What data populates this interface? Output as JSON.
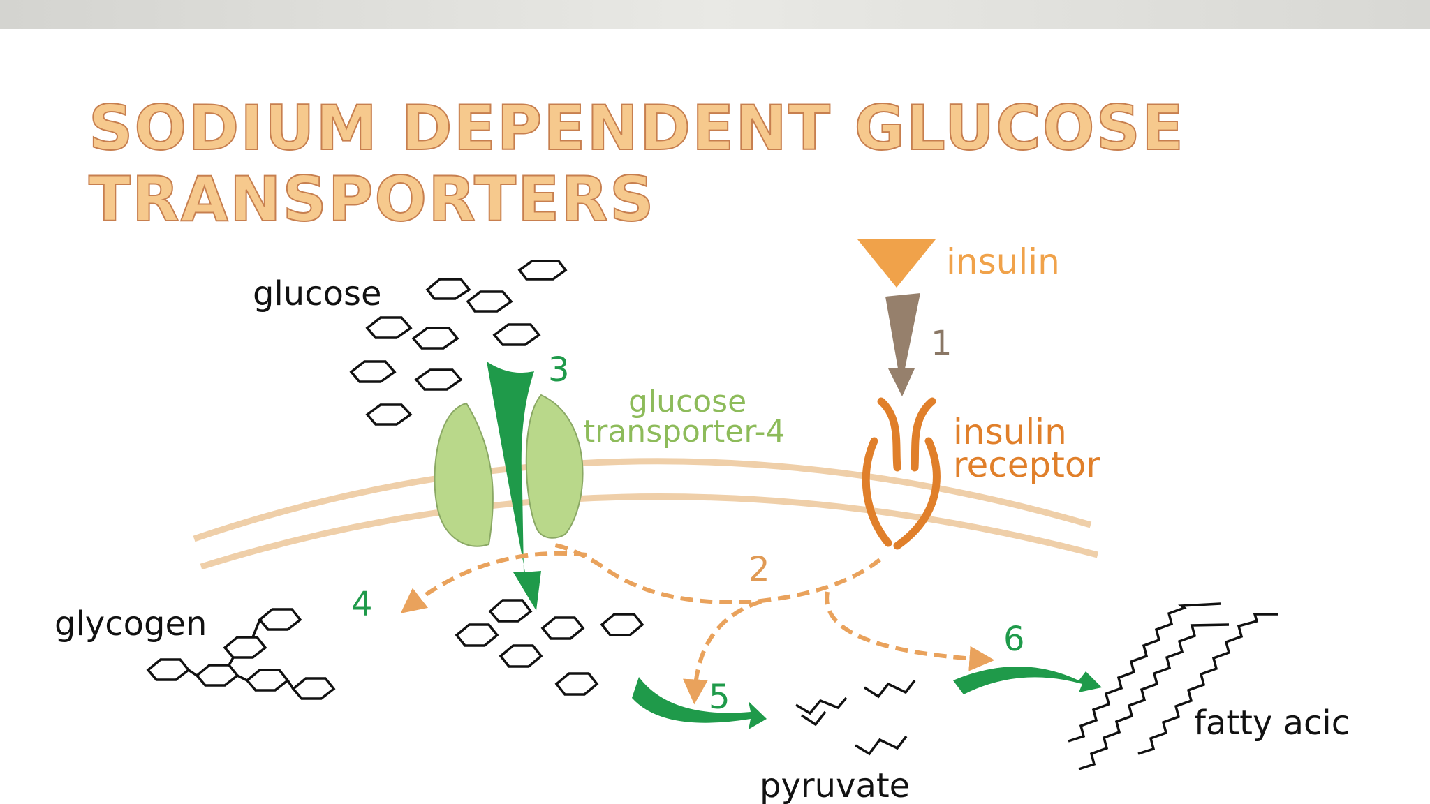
{
  "slide": {
    "title_line1": "SODIUM DEPENDENT GLUCOSE",
    "title_line2": "TRANSPORTERS"
  },
  "diagram": {
    "labels": {
      "glucose": "glucose",
      "insulin": "insulin",
      "glut4_line1": "glucose",
      "glut4_line2": "transporter-4",
      "receptor_line1": "insulin",
      "receptor_line2": "receptor",
      "glycogen": "glycogen",
      "pyruvate": "pyruvate",
      "fatty_acid": "fatty acic"
    },
    "steps": [
      "1",
      "2",
      "3",
      "4",
      "5",
      "6"
    ],
    "colors": {
      "title_fill": "#f6c98d",
      "title_outline": "#c77f4f",
      "insulin": "#f0a24a",
      "receptor": "#e07f2a",
      "transporter": "#b9d88a",
      "green_arrow": "#1f9a4a",
      "membrane": "#efcfa9",
      "dark_arrow": "#96806c",
      "dashed_path": "#e9a25c"
    }
  }
}
